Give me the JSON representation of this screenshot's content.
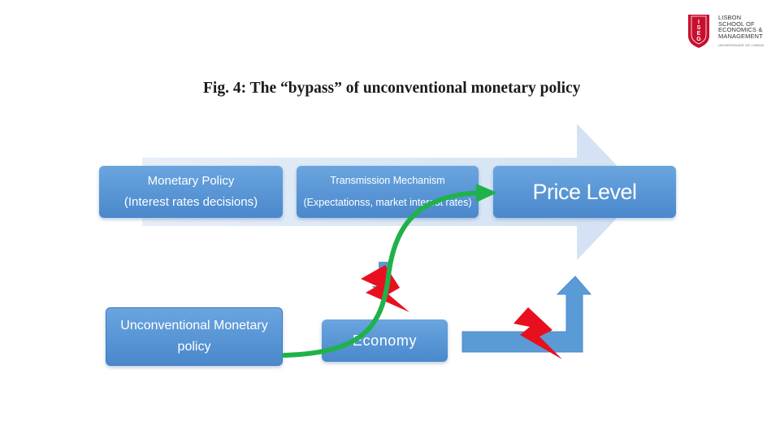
{
  "logo": {
    "lines": [
      "LISBON",
      "SCHOOL OF",
      "ECONOMICS &",
      "MANAGEMENT"
    ],
    "subline": "UNIVERSIDADE DE LISBOA",
    "seal_text": "ISEG"
  },
  "title": "Fig. 4: The “bypass” of unconventional monetary policy",
  "boxes": {
    "monetary_policy": {
      "line1": "Monetary Policy",
      "line2": "(Interest rates decisions)"
    },
    "transmission": {
      "line1": "Transmission Mechanism",
      "line2": "(Expectationss, market interest rates)"
    },
    "price_level": "Price Level",
    "unconventional": {
      "line1": "Unconventional Monetary",
      "line2": "policy"
    },
    "economy": "Economy"
  },
  "colors": {
    "box_fill": "#5b9bd5",
    "background_arrow": "#dde8f5",
    "bypass_arrow": "#1fb24a",
    "lightning": "#e8101e",
    "logo_red": "#c8102e"
  },
  "icons": [
    "lightning-bolt-icon",
    "lightning-bolt-icon"
  ]
}
